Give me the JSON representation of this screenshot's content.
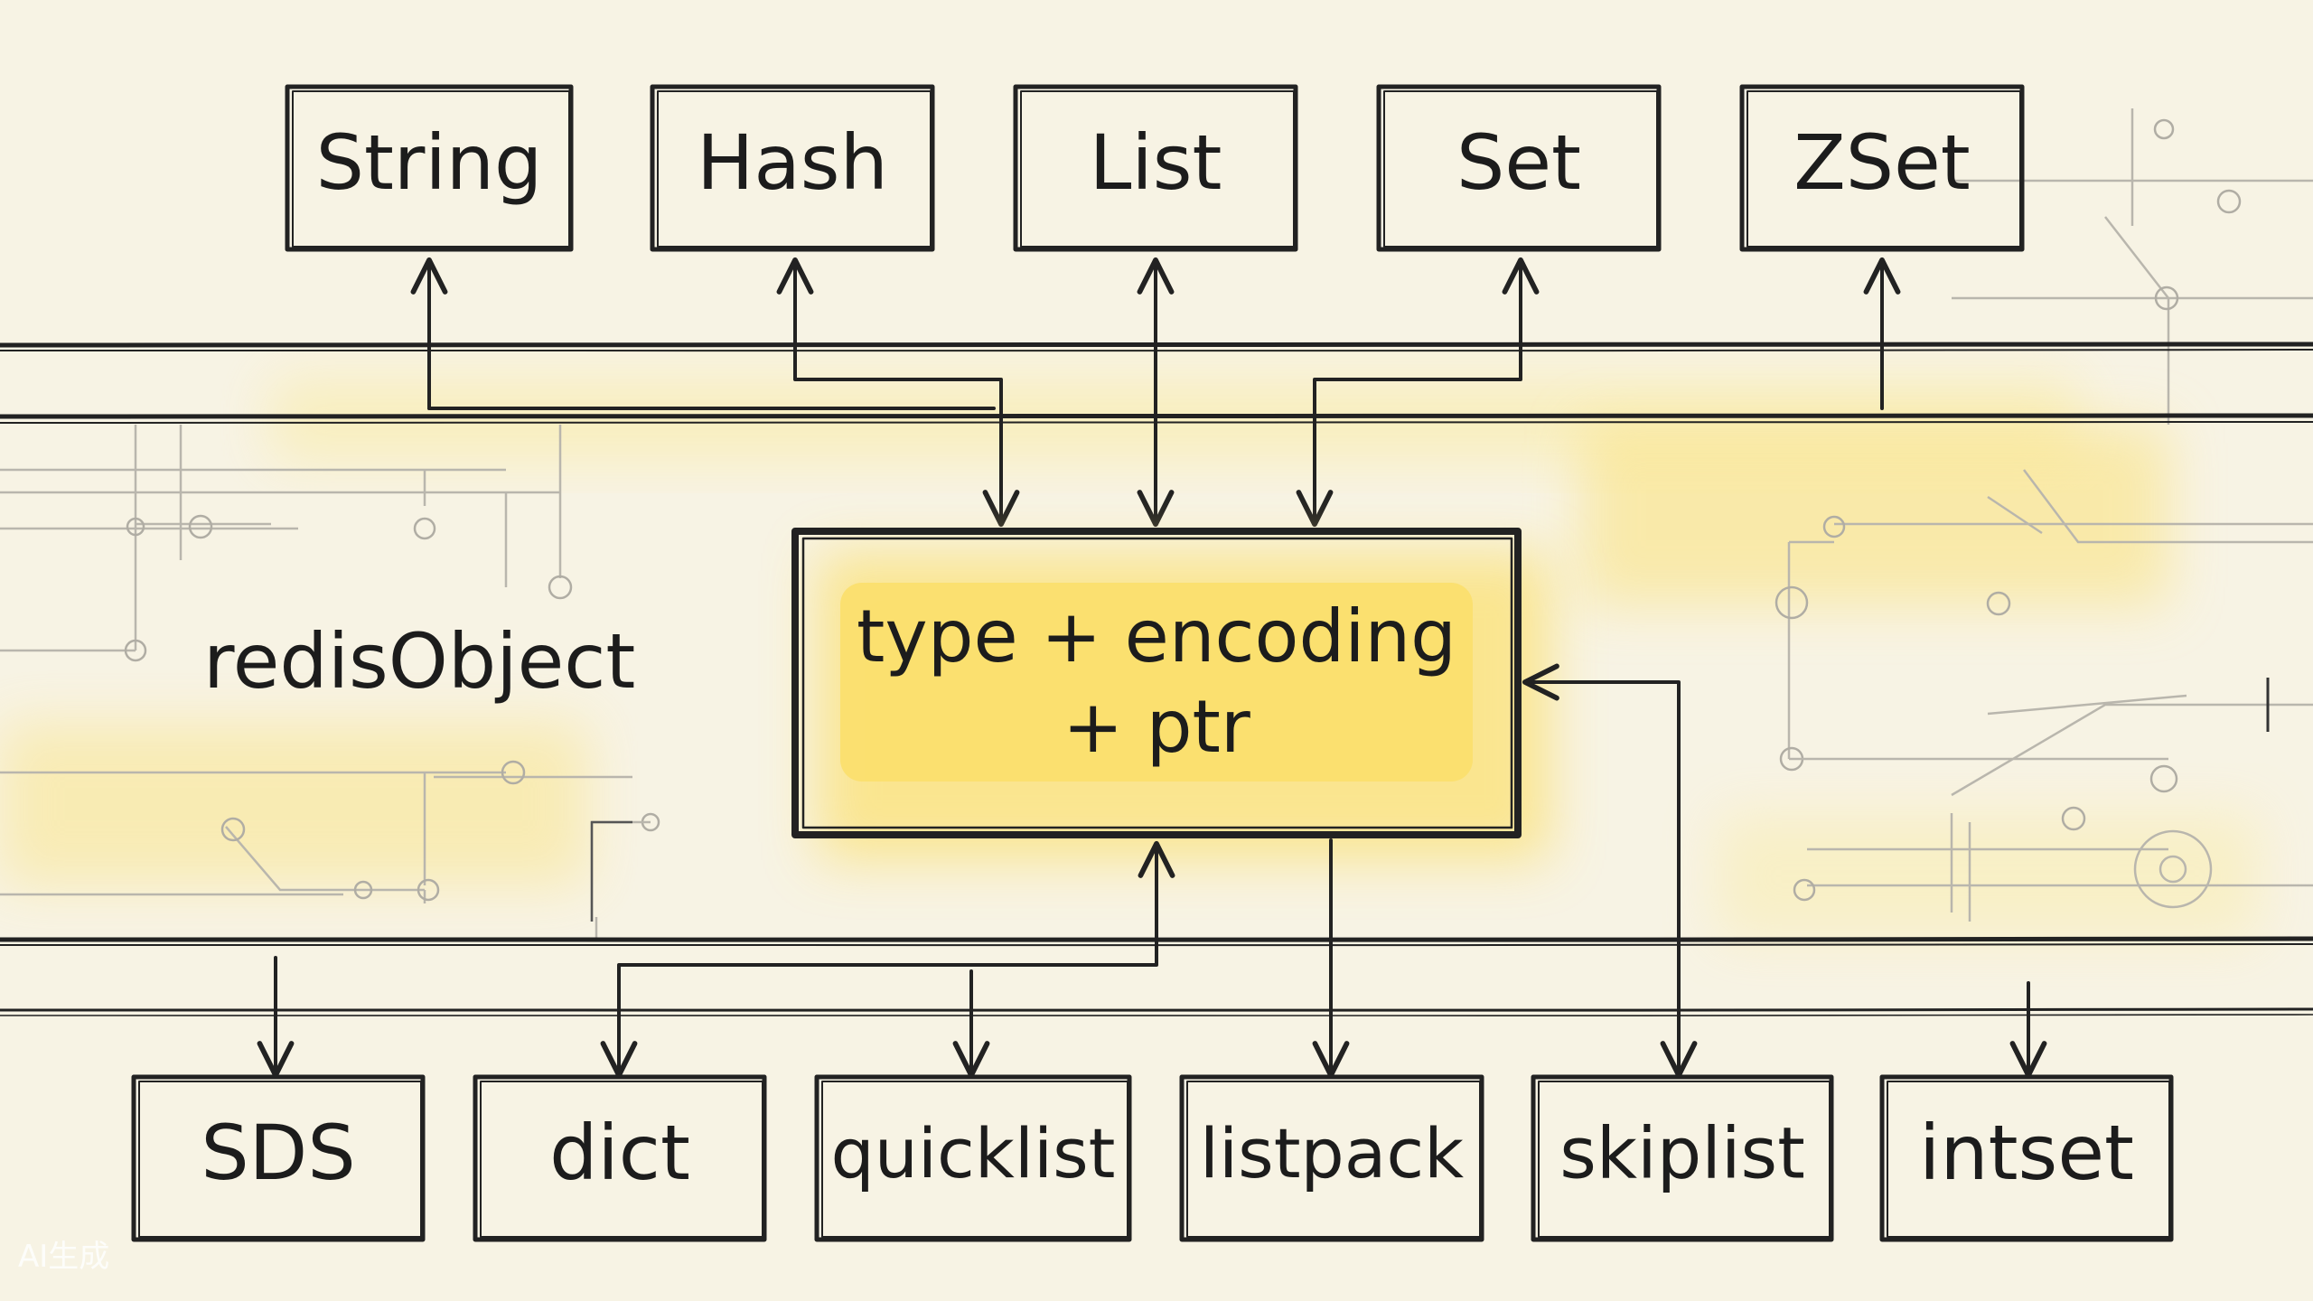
{
  "top_types": [
    {
      "label": "String"
    },
    {
      "label": "Hash"
    },
    {
      "label": "List"
    },
    {
      "label": "Set"
    },
    {
      "label": "ZSet"
    }
  ],
  "center": {
    "line1": "type + encoding",
    "line2": "+ ptr"
  },
  "side_label": "redisObject",
  "encodings": [
    {
      "label": "SDS"
    },
    {
      "label": "dict"
    },
    {
      "label": "quicklist"
    },
    {
      "label": "listpack"
    },
    {
      "label": "skiplist"
    },
    {
      "label": "intset"
    }
  ],
  "watermark": "AI生成",
  "colors": {
    "background": "#f7f3e4",
    "highlight": "#fbe27a",
    "ink": "#222222"
  }
}
